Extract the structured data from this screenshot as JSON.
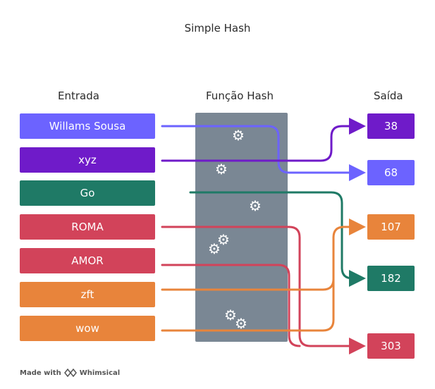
{
  "title": "Simple Hash",
  "headers": {
    "input": "Entrada",
    "hash": "Função Hash",
    "output": "Saída"
  },
  "inputs": [
    {
      "label": "Willams Sousa",
      "color": "#6c63ff"
    },
    {
      "label": "xyz",
      "color": "#6f1bc9"
    },
    {
      "label": "Go",
      "color": "#1f7a66"
    },
    {
      "label": "ROMA",
      "color": "#d2435a"
    },
    {
      "label": "AMOR",
      "color": "#d2435a"
    },
    {
      "label": "zft",
      "color": "#e8843b"
    },
    {
      "label": "wow",
      "color": "#e8843b"
    }
  ],
  "outputs": [
    {
      "label": "38",
      "color": "#6f1bc9"
    },
    {
      "label": "68",
      "color": "#6c63ff"
    },
    {
      "label": "107",
      "color": "#e8843b"
    },
    {
      "label": "182",
      "color": "#1f7a66"
    },
    {
      "label": "303",
      "color": "#d2435a"
    }
  ],
  "footer": {
    "made_with": "Made with",
    "brand": "Whimsical"
  }
}
